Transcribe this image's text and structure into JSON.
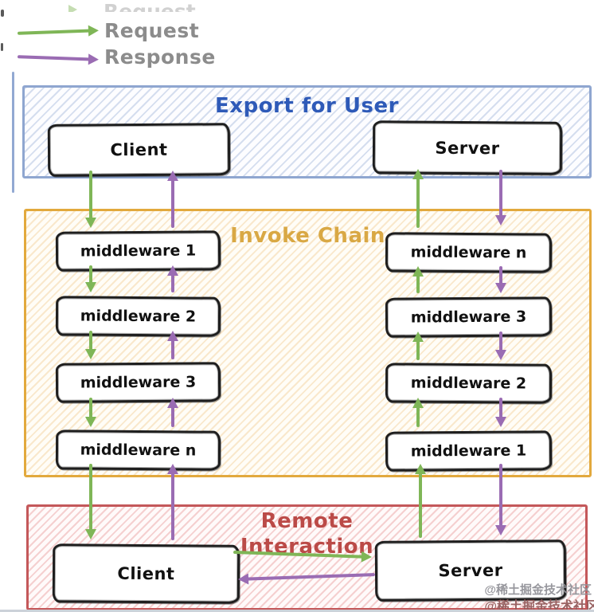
{
  "legend": {
    "clipped_label": "Request",
    "request_label": "Request",
    "response_label": "Response"
  },
  "sections": {
    "export_for_user": {
      "title": "Export for User",
      "client_label": "Client",
      "server_label": "Server"
    },
    "invoke_chain": {
      "title": "Invoke Chain",
      "client_side": [
        "middleware 1",
        "middleware 2",
        "middleware 3",
        "middleware n"
      ],
      "server_side": [
        "middleware n",
        "middleware 3",
        "middleware 2",
        "middleware 1"
      ]
    },
    "remote_interaction": {
      "title_line1": "Remote",
      "title_line2": "Interaction",
      "client_label": "Client",
      "server_label": "Server"
    }
  },
  "colors": {
    "request_arrow": "#7fb657",
    "response_arrow": "#9a6cb3",
    "export_border": "#8fa6d0",
    "export_title": "#2e5ab8",
    "invoke_border": "#e2a93d",
    "invoke_title": "#d9a844",
    "remote_border": "#c4585a",
    "remote_title": "#bb4a47",
    "legend_text": "#8c8c8c"
  },
  "watermark": {
    "line1": "@稀土掘金技术社区",
    "line2": "@稀土掘金技术社区"
  }
}
